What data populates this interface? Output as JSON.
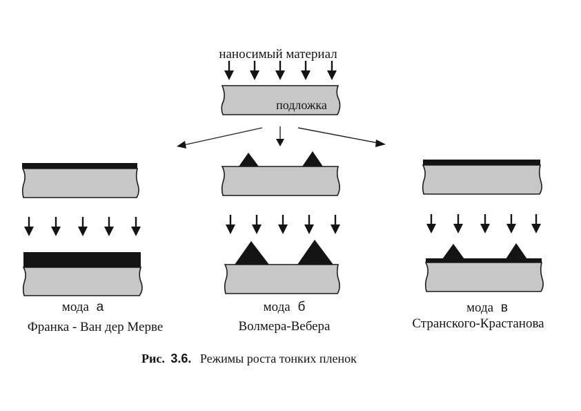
{
  "top": {
    "deposit_label": "наносимый материал",
    "substrate_label": "подложка"
  },
  "modes": [
    {
      "mode_word": "мода",
      "letter": "а",
      "name": "Франка - Ван дер Мерве"
    },
    {
      "mode_word": "мода",
      "letter": "б",
      "name": "Волмера-Вебера"
    },
    {
      "mode_word": "мода",
      "letter": "в",
      "name": "Странского-Крастанова"
    }
  ],
  "caption": {
    "prefix": "Рис.",
    "number": "3.6.",
    "text": "Режимы роста тонких пленок"
  },
  "colors": {
    "substrate": "#c7c7c7",
    "film": "#141414",
    "background": "#ffffff"
  }
}
